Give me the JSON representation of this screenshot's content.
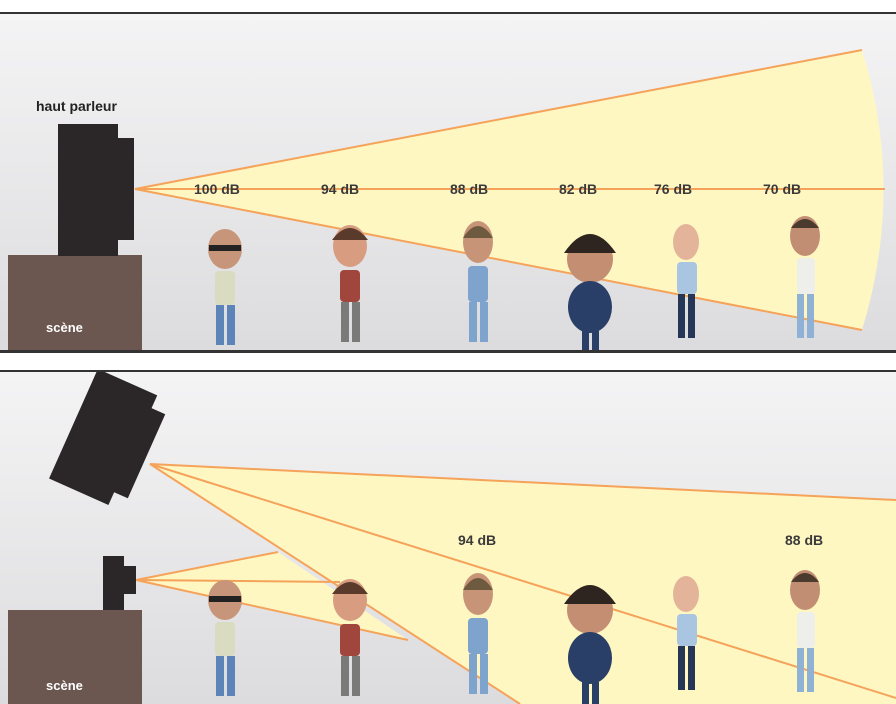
{
  "speaker_label": "haut parleur",
  "stage_label": "scène",
  "top_panel": {
    "levels": [
      "100 dB",
      "94 dB",
      "88 dB",
      "82 dB",
      "76 dB",
      "70 dB"
    ]
  },
  "bottom_panel": {
    "stage_label": "scène",
    "levels": [
      "94 dB",
      "88 dB"
    ]
  },
  "colors": {
    "beam_fill": "#fff7c2",
    "beam_edge": "#f5a35a",
    "speaker": "#2b2627",
    "stage": "#6b5650",
    "background": "#e9e9ea"
  }
}
